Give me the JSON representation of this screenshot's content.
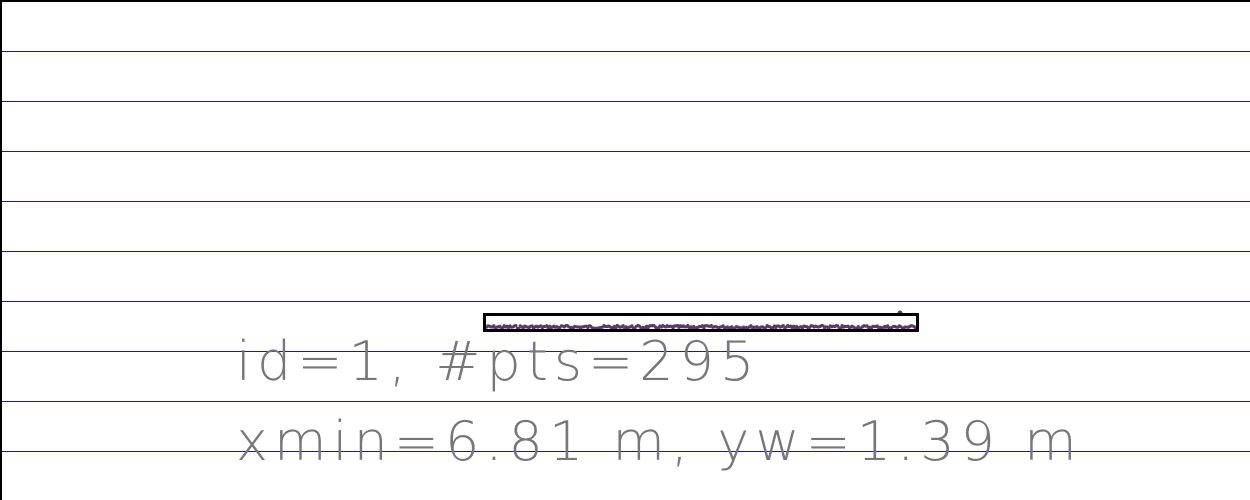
{
  "canvas": {
    "background_color": "#ffffff",
    "grid_color": "#1a1a9e",
    "grid": true,
    "point_color": "#5a3a6a",
    "box_color": "#000000",
    "label_color": "#777777"
  },
  "cluster": {
    "label_line1": "id=1, #pts=295",
    "label_line2": "xmin=6.81 m, yw=1.39 m",
    "id": 1,
    "point_count": 295,
    "xmin_m": 6.81,
    "yw_m": 1.39
  }
}
